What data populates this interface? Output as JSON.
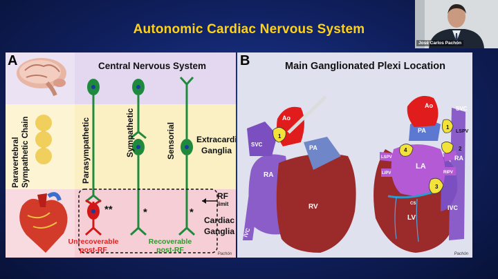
{
  "slide": {
    "title": "Autonomic Cardiac Nervous System",
    "presenter_name": "José Carlos Pachón"
  },
  "panel_a": {
    "letter": "A",
    "cns_label": "Central Nervous System",
    "chain_label_1": "Paravertebral",
    "chain_label_2": "Sympathetic Chain",
    "parasympathetic": "Parasympathetic",
    "sympathetic": "Sympathetic",
    "sensorial": "Sensorial",
    "extracardiac_1": "Extracardiac",
    "extracardiac_2": "Ganglia",
    "rf_1": "RF",
    "rf_2": "limit",
    "cardiac_1": "Cardiac",
    "cardiac_2": "Ganglia",
    "double_star": "**",
    "star": "*",
    "unrecoverable_1": "Unrecoverable",
    "unrecoverable_2": "post-RF",
    "recoverable_1": "Recoverable",
    "recoverable_2": "post-RF",
    "credit": "Pachón"
  },
  "panel_b": {
    "letter": "B",
    "title": "Main Ganglionated Plexi Location",
    "left_heart": {
      "ao": "Ao",
      "svc": "SVC",
      "pa": "PA",
      "ra": "RA",
      "rv": "RV",
      "ivc": "IVC",
      "gp1": "1"
    },
    "right_heart": {
      "ao": "Ao",
      "svc": "SVC",
      "pa": "PA",
      "lspv": "LSPV",
      "lspv2": "LSPV",
      "la": "LA",
      "ra": "RA",
      "lipv": "LIPV",
      "ripv": "RIPV",
      "cs": "CS",
      "lv": "LV",
      "ivc": "IVC",
      "gp1": "1",
      "gp2": "2",
      "gp3": "3",
      "gp4": "4"
    },
    "credit": "Pachón"
  },
  "colors": {
    "title": "#ffd21a",
    "nerve": "#1f8a3e",
    "unrecoverable": "#e02020",
    "recoverable": "#2a9a2a"
  }
}
